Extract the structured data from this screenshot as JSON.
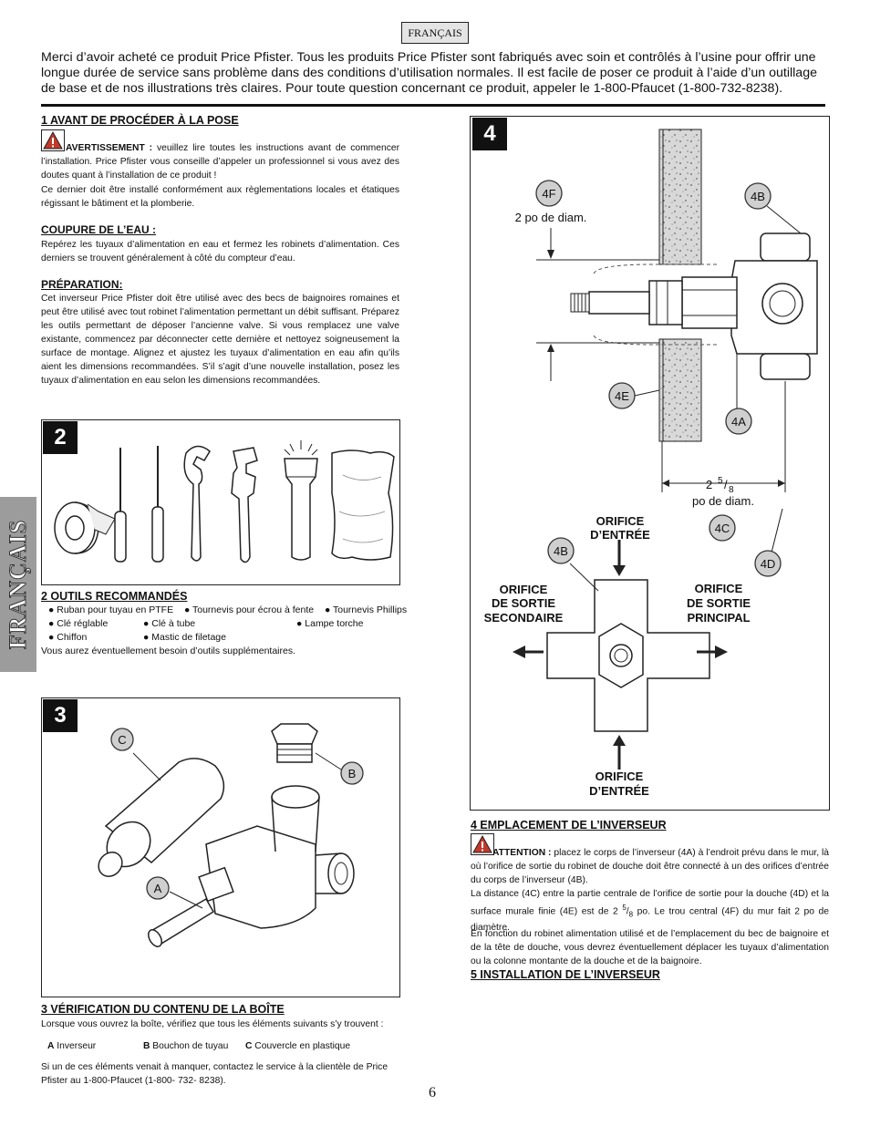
{
  "language_tag": "FRANÇAIS",
  "side_tab": "FRANÇAIS",
  "intro": "Merci d’avoir acheté ce produit Price Pfister. Tous les produits Price Pfister sont fabriqués avec soin et contrôlés à l’usine pour offrir une longue durée de service sans problème dans des conditions d’utilisation normales. Il est facile de poser ce produit à l’aide d’un outillage de base et de nos illustrations très claires. Pour toute question concernant ce produit, appeler le 1-800-Pfaucet (1-800-732-8238).",
  "section1": {
    "heading": "1   AVANT DE PROCÉDER À LA POSE",
    "warning_label": "AVERTISSEMENT :",
    "warning_text": " veuillez lire toutes les instructions avant de commencer l’installation. Price Pfister vous conseille d’appeler un professionnel si vous avez des doutes quant à l’installation de ce produit !",
    "warning_text2": "Ce dernier doit être installé conformément aux règlementations locales et étatiques régissant le bâtiment et la plomberie.",
    "water_heading": "COUPURE DE L’EAU :",
    "water_text": "Repérez les tuyaux d’alimentation en eau et fermez les robinets d’alimentation. Ces derniers se trouvent généralement à côté du compteur d’eau.",
    "prep_heading": "PRÉPARATION:",
    "prep_text": "Cet inverseur Price Pfister doit être utilisé avec des becs de baignoires romaines et peut être utilisé avec tout robinet l’alimentation permettant un débit suffisant. Préparez les outils permettant de déposer l’ancienne valve. Si vous remplacez une valve existante, commencez par déconnecter cette dernière et nettoyez soigneusement la surface de montage. Alignez et ajustez les tuyaux d’alimentation en eau afin qu’ils aient les dimensions recommandées. S’il s’agit d’une nouvelle installation, posez les tuyaux d’alimentation en eau selon les dimensions recommandées."
  },
  "section2": {
    "step_number": "2",
    "heading": "2   OUTILS RECOMMANDÉS",
    "tools_row1": [
      "● Ruban pour tuyau en PTFE",
      "● Tournevis pour écrou à fente",
      "● Tournevis Phillips"
    ],
    "tools_row2": [
      "● Clé réglable",
      "● Clé à tube",
      "● Lampe torche"
    ],
    "tools_row3": [
      "● Chiffon",
      "● Mastic de filetage"
    ],
    "note": "Vous aurez éventuellement besoin d’outils supplémentaires."
  },
  "section3": {
    "step_number": "3",
    "callouts": [
      "C",
      "B",
      "A"
    ],
    "heading": "3   VÉRIFICATION DU CONTENU DE LA BOÎTE",
    "intro": "Lorsque vous ouvrez la boîte, vérifiez que tous les éléments suivants s’y trouvent :",
    "items": [
      {
        "key": "A",
        "label": " Inverseur"
      },
      {
        "key": "B",
        "label": " Bouchon de tuyau"
      },
      {
        "key": "C",
        "label": " Couvercle en plastique"
      }
    ],
    "contact": "Si un de ces éléments venait à manquer, contactez le service à la clientèle de Price Pfister au 1-800-Pfaucet (1-800- 732- 8238)."
  },
  "section4": {
    "step_number": "4",
    "diagram": {
      "c4F": "4F",
      "c4B_top": "4B",
      "dim_top": "2 po de diam.",
      "c4E": "4E",
      "c4A": "4A",
      "dim_bottom_whole": "2",
      "dim_bottom_num": "5",
      "dim_bottom_den": "8",
      "dim_bottom_unit": "po de diam.",
      "inlet_top_1": "ORIFICE",
      "inlet_top_2": "D’ENTRÉE",
      "c4C": "4C",
      "c4B_bottom": "4B",
      "c4D": "4D",
      "outlet_left_1": "ORIFICE",
      "outlet_left_2": "DE SORTIE",
      "outlet_left_3": "SECONDAIRE",
      "outlet_right_1": "ORIFICE",
      "outlet_right_2": "DE SORTIE",
      "outlet_right_3": "PRINCIPAL",
      "inlet_bottom_1": "ORIFICE",
      "inlet_bottom_2": "D’ENTRÉE"
    },
    "heading": "4   EMPLACEMENT DE L’INVERSEUR",
    "attention_label": "ATTENTION :",
    "text_a": " placez le corps de l’inverseur (4A) à l’endroit prévu dans le mur, là où l’orifice de sortie du robinet de douche doit être connecté à un des orifices d’entrée du corps de l’inverseur (4B).",
    "text_b1": "La distance (4C) entre la partie centrale de l’orifice de sortie pour la douche (4D) et la surface murale finie (4E) est de 2 ",
    "text_b_num": "5",
    "text_b_den": "8",
    "text_b2": " po. Le trou central (4F) du mur fait 2 po de diamètre.",
    "text_c": "En fonction du robinet alimentation utilisé et de l’emplacement du bec de baignoire et de la tête de douche, vous devrez éventuellement déplacer les tuyaux d’alimentation ou la colonne montante de la douche et de la baignoire."
  },
  "section5": {
    "heading": "5   INSTALLATION DE L’INVERSEUR"
  },
  "page_number": "6"
}
